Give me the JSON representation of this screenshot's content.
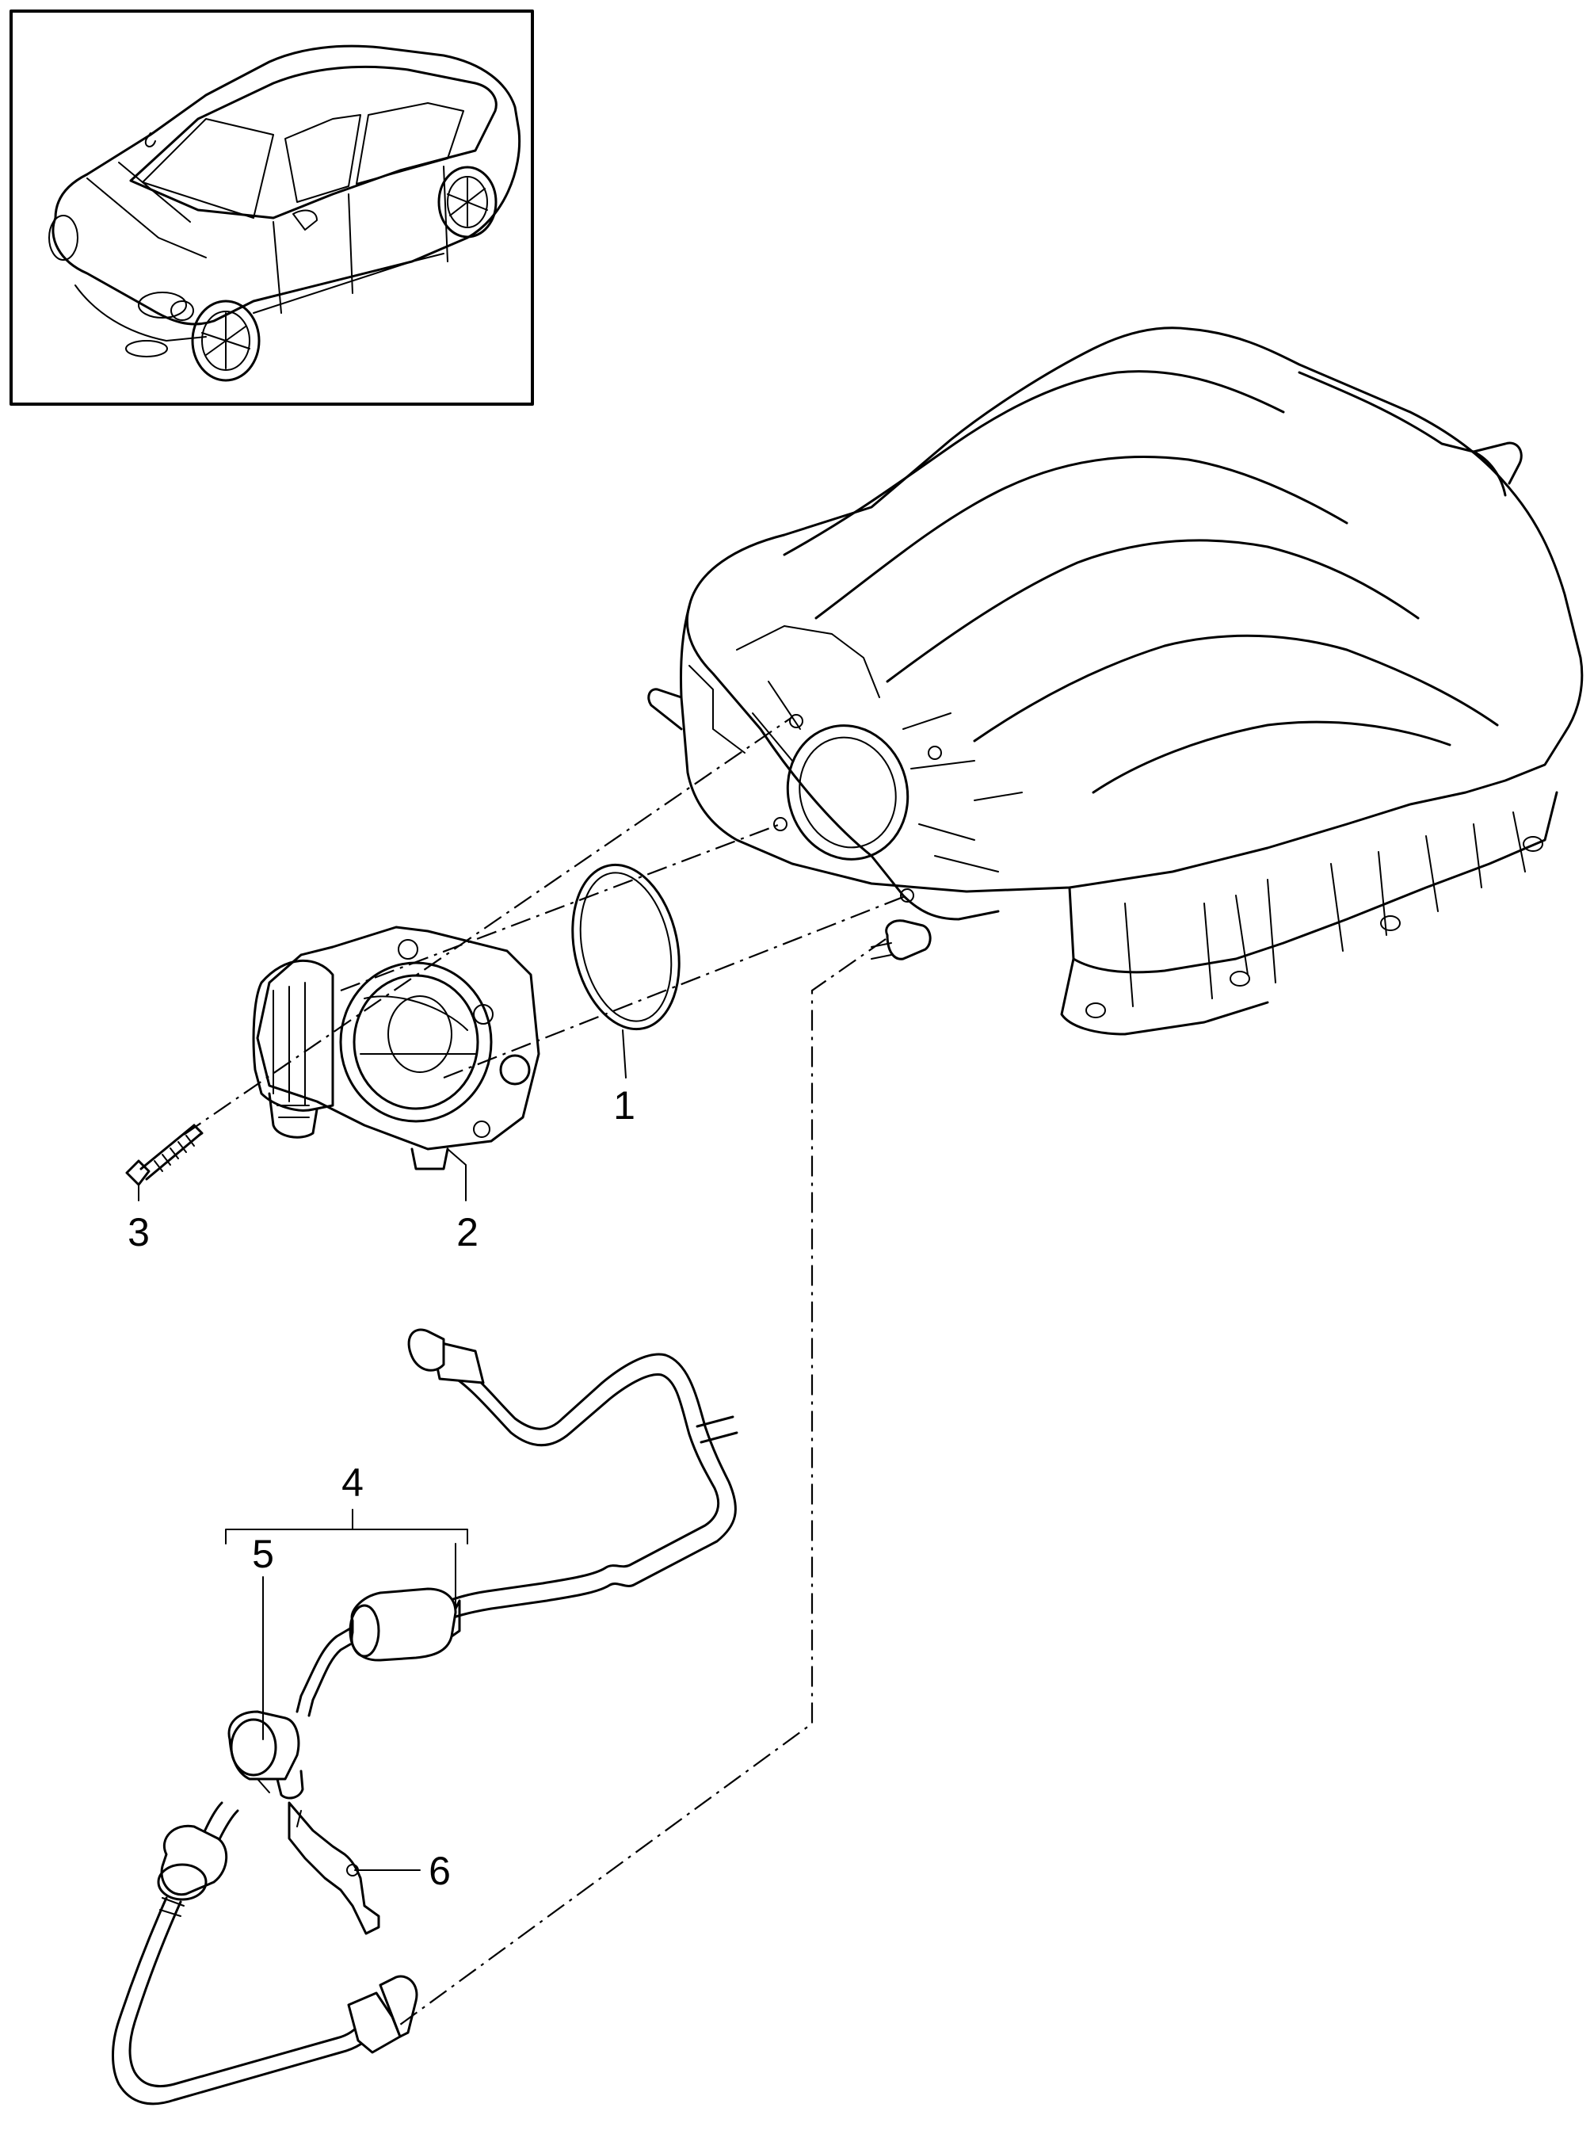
{
  "callouts": [
    {
      "id": "1",
      "label": "1"
    },
    {
      "id": "2",
      "label": "2"
    },
    {
      "id": "3",
      "label": "3"
    },
    {
      "id": "4",
      "label": "4"
    },
    {
      "id": "5",
      "label": "5"
    },
    {
      "id": "6",
      "label": "6"
    }
  ],
  "icons": {
    "vehicle": "car-overview-icon",
    "manifold": "intake-manifold",
    "throttle": "throttle-body",
    "gasket": "seal-ring",
    "screw": "screw",
    "hose": "vacuum-hose",
    "clip": "hose-clamp",
    "bracket": "bracket"
  }
}
